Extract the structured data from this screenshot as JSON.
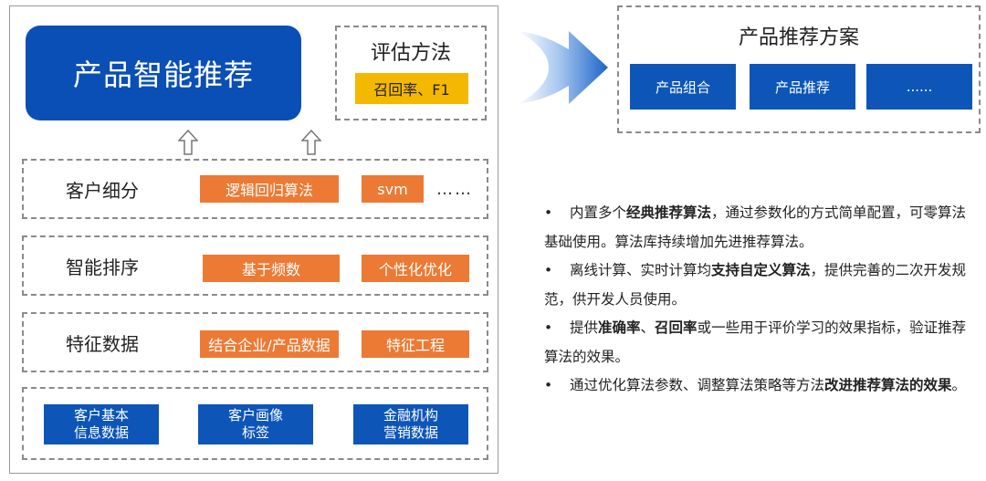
{
  "hero": {
    "title": "产品智能推荐"
  },
  "evaluation": {
    "title": "评估方法",
    "tag": "召回率、F1"
  },
  "layers": {
    "segmentation": {
      "label": "客户细分",
      "tags": [
        "逻辑回归算法",
        "svm"
      ],
      "more": "……"
    },
    "ranking": {
      "label": "智能排序",
      "tags": [
        "基于频数",
        "个性化优化"
      ]
    },
    "features": {
      "label": "特征数据",
      "tags": [
        "结合企业/产品数据",
        "特征工程"
      ]
    },
    "base": {
      "items": [
        {
          "line1": "客户基本",
          "line2": "信息数据"
        },
        {
          "line1": "客户画像",
          "line2": "标签"
        },
        {
          "line1": "金融机构",
          "line2": "营销数据"
        }
      ]
    }
  },
  "scheme": {
    "title": "产品推荐方案",
    "items": [
      "产品组合",
      "产品推荐",
      "......"
    ]
  },
  "bullets": [
    {
      "marker": "•",
      "p1": "内置多个",
      "b1": "经典推荐算法",
      "p2": "，通过参数化的方式简单配置，可零算法基础使用。算法库持续增加先进推荐算法。",
      "b2": "",
      "p3": ""
    },
    {
      "marker": "•",
      "p1": "离线计算、实时计算均",
      "b1": "支持自定义算法",
      "p2": "，提供完善的二次开发规范，供开发人员使用。",
      "b2": "",
      "p3": ""
    },
    {
      "marker": "•",
      "p1": "提供",
      "b1": "准确率",
      "p2": "、",
      "b2": "召回率",
      "p3": "或一些用于评价学习的效果指标，验证推荐算法的效果。"
    },
    {
      "marker": "•",
      "p1": "通过优化算法参数、调整算法策略等方法",
      "b1": "改进推荐算法的效果",
      "p2": "。",
      "b2": "",
      "p3": ""
    }
  ],
  "colors": {
    "primary_blue": "#0a4fb5",
    "orange": "#ec7a34",
    "yellow": "#f5b800"
  }
}
